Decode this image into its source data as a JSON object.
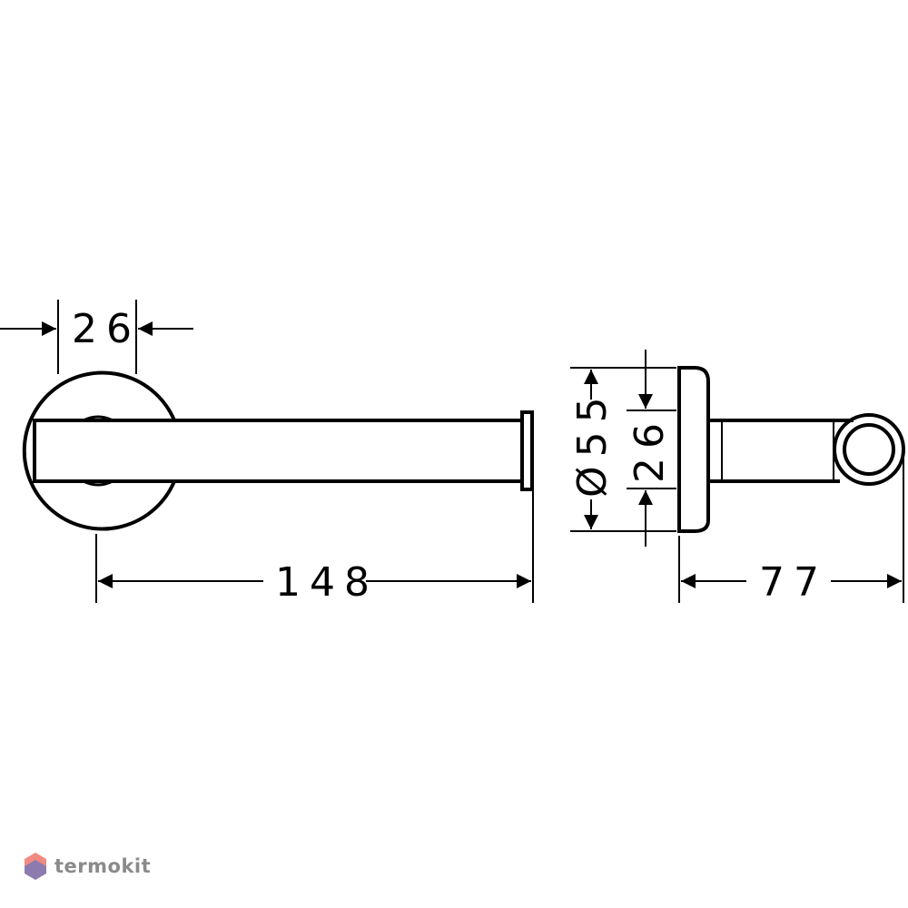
{
  "dimensions": {
    "rosette_width": "26",
    "total_length": "148",
    "rosette_diameter": "Ø55",
    "bar_height": "26",
    "projection": "77"
  },
  "watermark": {
    "brand": "termokit"
  },
  "colors": {
    "line": "#000000",
    "logo_red": "#e94b3c",
    "logo_blue": "#3b6fd6",
    "logo_text": "#8a8a8a"
  }
}
